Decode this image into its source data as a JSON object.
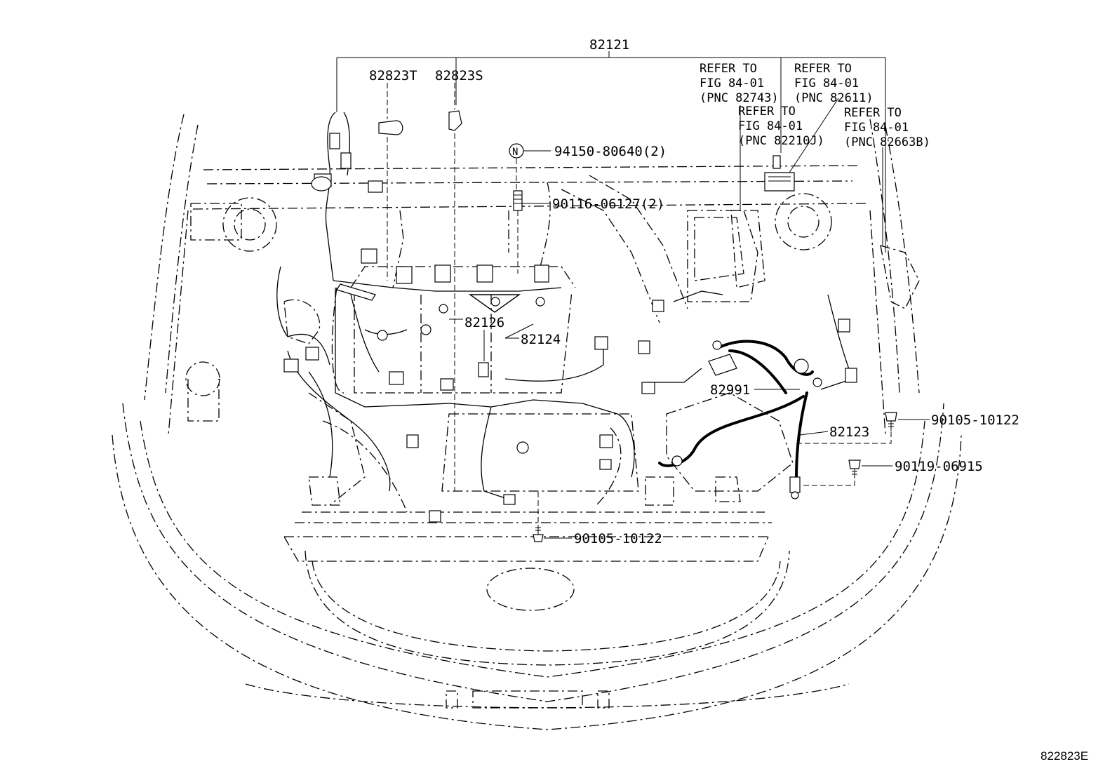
{
  "labels": {
    "harness_main": "82121",
    "clamp_t": "82823T",
    "clamp_s": "82823S",
    "nut": "94150-80640(2)",
    "nut_symbol": "N",
    "stud_bolt": "90116-06127(2)",
    "ref_1": [
      "REFER TO",
      "FIG 84-01",
      "(PNC 82743)"
    ],
    "ref_2": [
      "REFER TO",
      "FIG 84-01",
      "(PNC 82611)"
    ],
    "ref_3": [
      "REFER TO",
      "FIG 84-01",
      "(PNC 82210J)"
    ],
    "ref_4": [
      "REFER TO",
      "FIG 84-01",
      "(PNC 82663B)"
    ],
    "wire_82126": "82126",
    "wire_82124": "82124",
    "cable_82991": "82991",
    "wire_82123": "82123",
    "bolt_right": "90105-10122",
    "bolt_mid": "90119-06915",
    "bolt_bottom": "90105-10122",
    "figure_id": "822823E"
  }
}
